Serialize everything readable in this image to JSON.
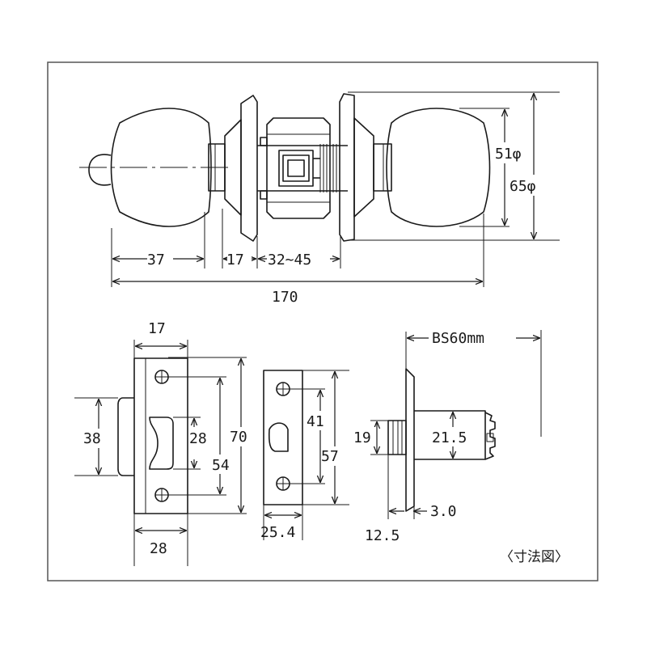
{
  "caption": "〈寸法図〉",
  "top_view": {
    "knob_dia_inner": "51φ",
    "knob_dia_outer": "65φ",
    "dim_knob": "37",
    "dim_rose": "17",
    "dim_door": "32~45",
    "dim_total": "170"
  },
  "strike_view": {
    "dim_width_top": "17",
    "dim_lip": "38",
    "dim_opening": "28",
    "dim_inner": "54",
    "dim_height": "70",
    "dim_width_bottom": "28"
  },
  "faceplate_view": {
    "dim_hole_span": "41",
    "dim_height": "57",
    "dim_width": "25.4"
  },
  "latch_view": {
    "dim_backset": "BS60mm",
    "dim_latch": "19",
    "dim_case": "21.5",
    "dim_plate": "3.0",
    "dim_projection": "12.5"
  }
}
